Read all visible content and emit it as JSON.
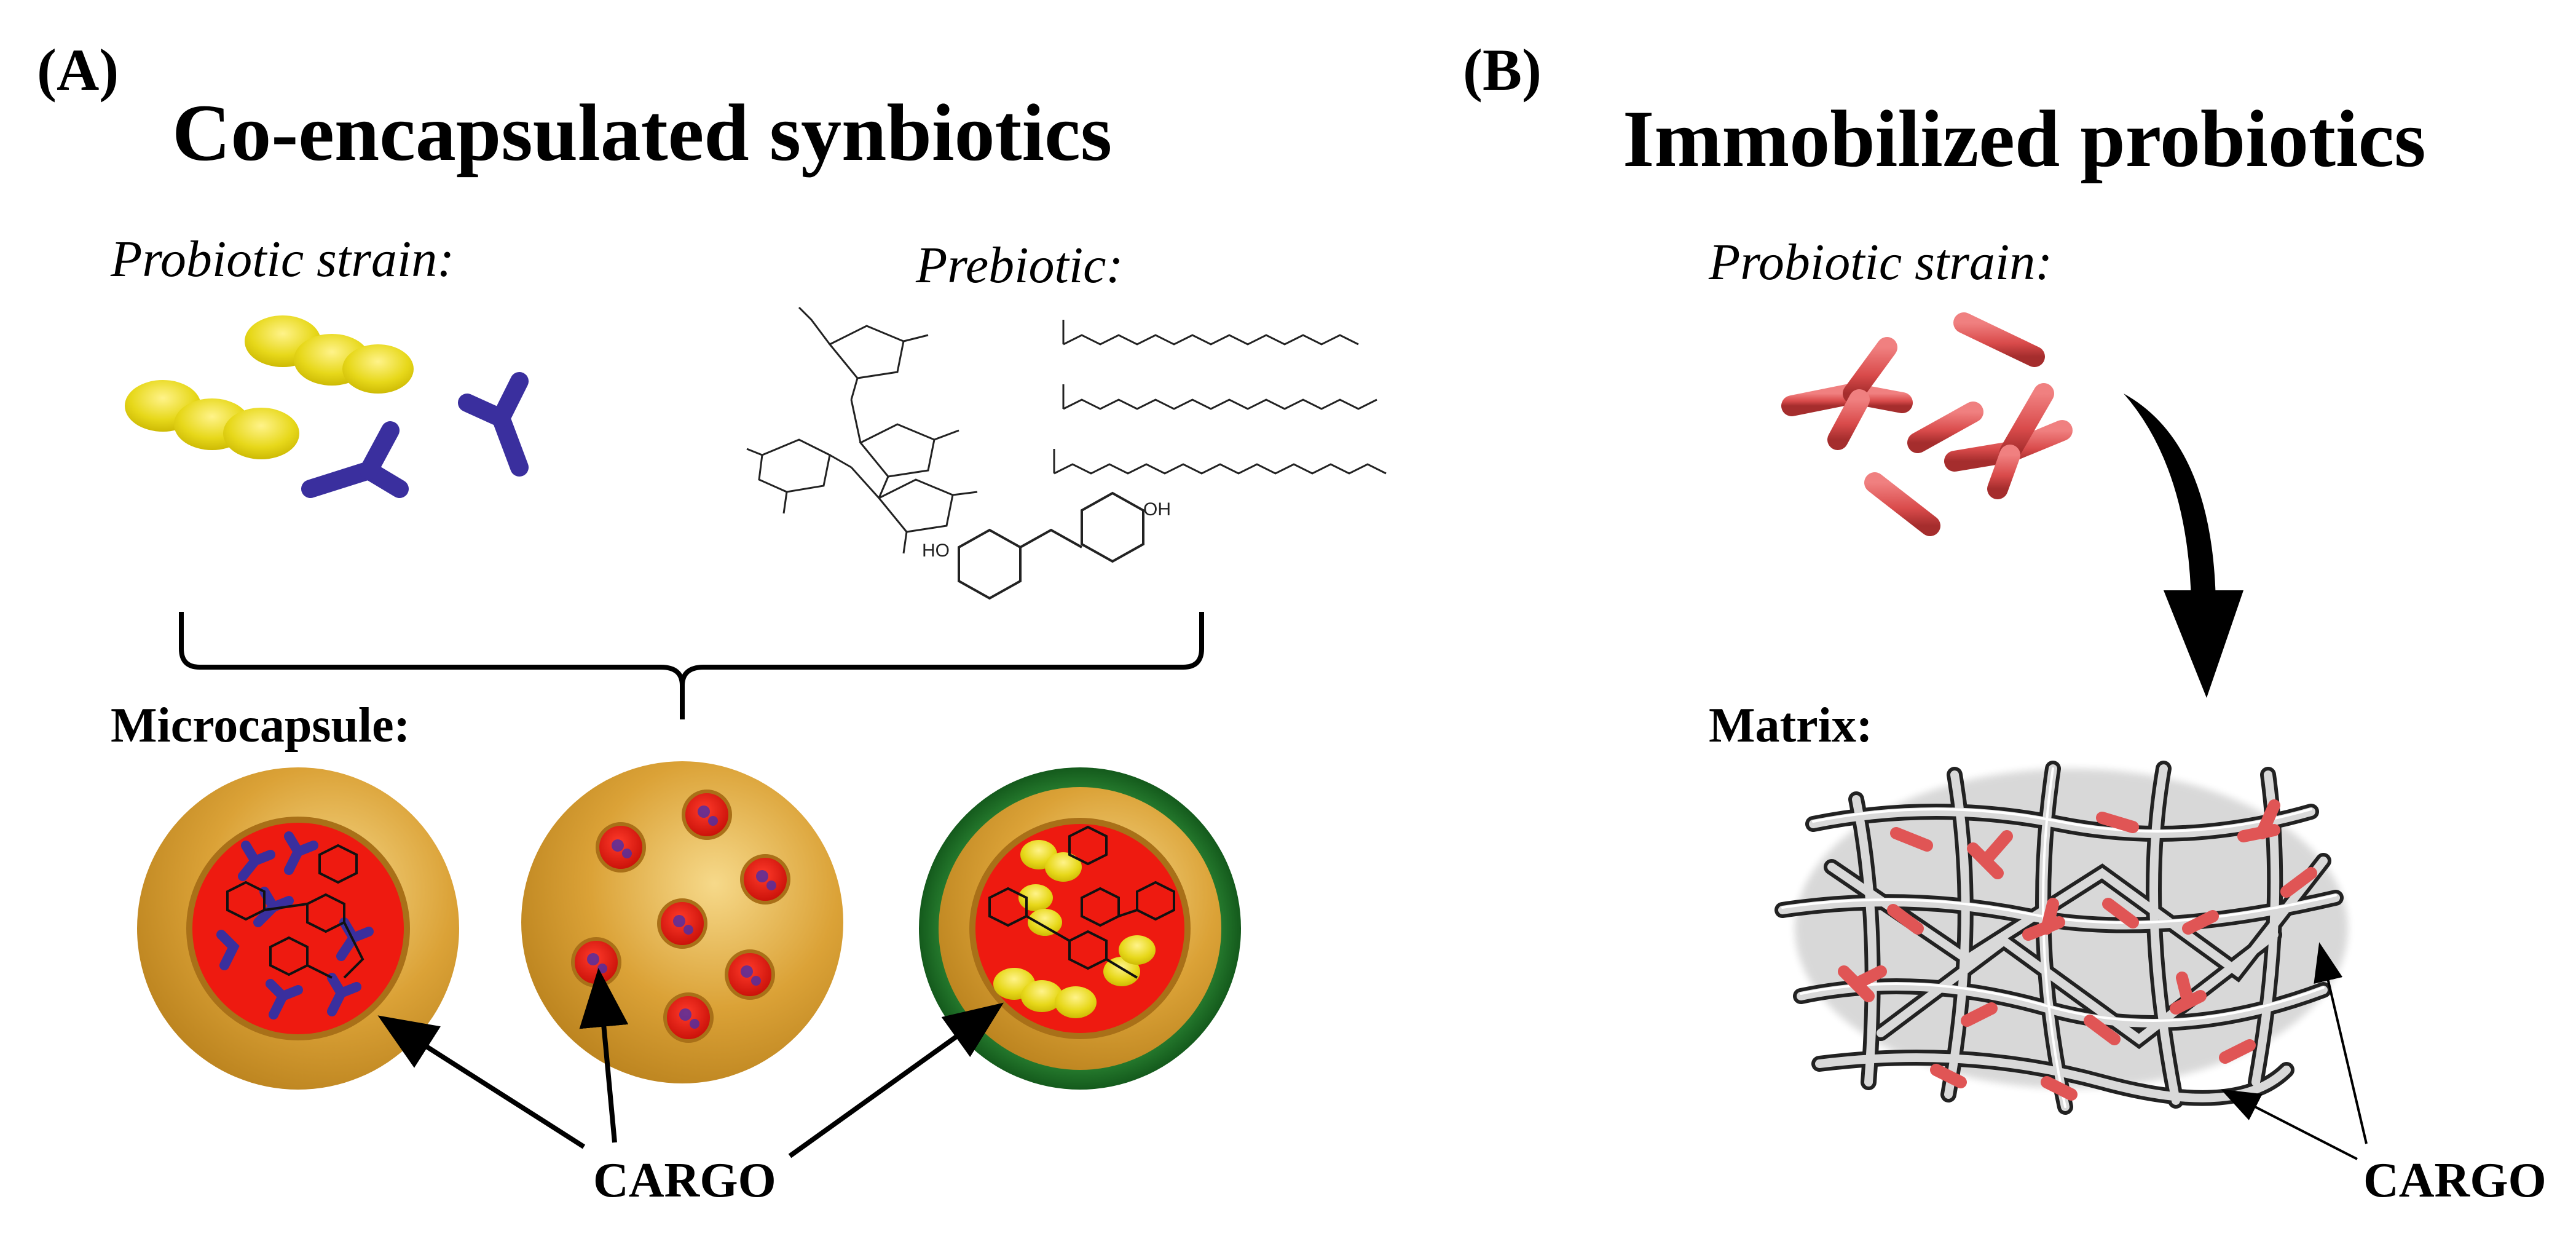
{
  "panel_a": {
    "label": "(A)",
    "title": "Co-encapsulated synbiotics",
    "probiotic_label": "Probiotic strain:",
    "prebiotic_label": "Prebiotic:",
    "microcapsule_label": "Microcapsule:",
    "cargo_label": "CARGO",
    "chem_labels": [
      "HO",
      "OH"
    ]
  },
  "panel_b": {
    "label": "(B)",
    "title": "Immobilized probiotics",
    "probiotic_label": "Probiotic strain:",
    "matrix_label": "Matrix:",
    "cargo_label": "CARGO"
  },
  "colors": {
    "yellow_bacteria": "#e6d81a",
    "blue_bacteria": "#3a2f9e",
    "red_bacteria": "#d94b4b",
    "capsule_gold": "#d9a030",
    "capsule_core": "#ee1a10",
    "capsule_green": "#1f7a2a"
  }
}
